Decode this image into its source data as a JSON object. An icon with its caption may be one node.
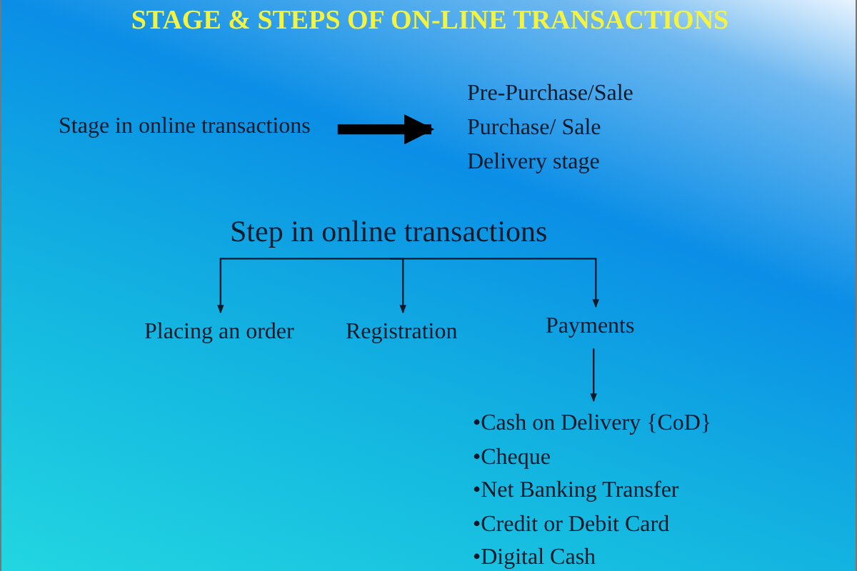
{
  "diagram": {
    "title": "STAGE & STEPS OF  ON-LINE TRANSACTIONS",
    "nodes": [
      {
        "text": [
          "Stage in online transactions"
        ]
      },
      {
        "text": [
          "Pre-Purchase/Sale",
          "Purchase/ Sale",
          "Delivery stage"
        ]
      },
      {
        "text": [
          "Step in online transactions"
        ]
      },
      {
        "text": [
          "Placing an order"
        ]
      },
      {
        "text": [
          "Registration"
        ]
      },
      {
        "text": [
          "Payments"
        ]
      },
      {
        "text": [
          "•Cash on Delivery {CoD}",
          "•Cheque",
          "•Net Banking Transfer",
          "•Credit or Debit Card",
          "•Digital Cash"
        ]
      }
    ],
    "edges": [
      {
        "from": 0,
        "to": 1,
        "arrow": "to",
        "style": "thick"
      },
      {
        "from": 2,
        "to": 3,
        "arrow": "to"
      },
      {
        "from": 2,
        "to": 4,
        "arrow": "to"
      },
      {
        "from": 2,
        "to": 5,
        "arrow": "to"
      },
      {
        "from": 5,
        "to": 6,
        "arrow": "to"
      }
    ]
  }
}
